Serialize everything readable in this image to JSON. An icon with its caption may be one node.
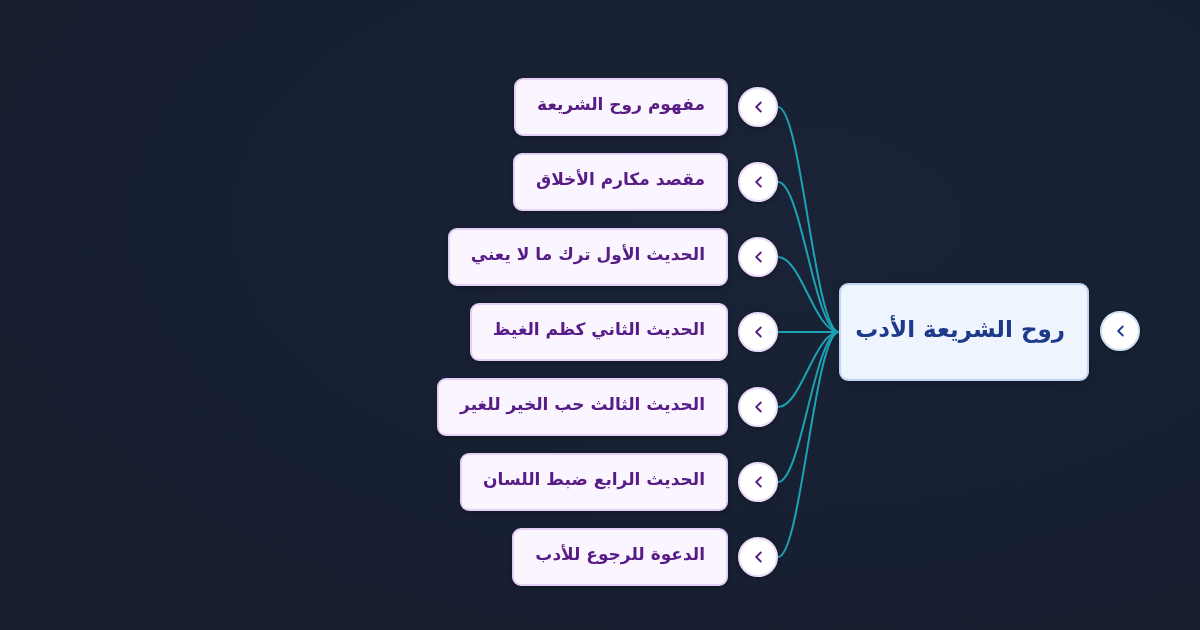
{
  "diagram": {
    "nodes": [
      {
        "text": [
          "روح الشريعة الأدب"
        ]
      },
      {
        "text": [],
        "shape": "circle"
      },
      {
        "text": [
          "مفهوم روح الشريعة"
        ]
      },
      {
        "text": [],
        "shape": "circle"
      },
      {
        "text": [
          "مقصد مكارم الأخلاق"
        ]
      },
      {
        "text": [],
        "shape": "circle"
      },
      {
        "text": [
          "الحديث الأول ترك ما لا يعني"
        ]
      },
      {
        "text": [],
        "shape": "circle"
      },
      {
        "text": [
          "الحديث الثاني كظم الغيظ"
        ]
      },
      {
        "text": [],
        "shape": "circle"
      },
      {
        "text": [
          "الحديث الثالث حب الخير للغير"
        ]
      },
      {
        "text": [],
        "shape": "circle"
      },
      {
        "text": [
          "الحديث الرابع ضبط اللسان"
        ]
      },
      {
        "text": [],
        "shape": "circle"
      },
      {
        "text": [
          "الدعوة للرجوع للأدب"
        ]
      },
      {
        "text": [],
        "shape": "circle"
      }
    ],
    "edges": [
      {
        "from": 0,
        "to": 3,
        "arrow": "none"
      },
      {
        "from": 0,
        "to": 5,
        "arrow": "none"
      },
      {
        "from": 0,
        "to": 7,
        "arrow": "none"
      },
      {
        "from": 0,
        "to": 9,
        "arrow": "none"
      },
      {
        "from": 0,
        "to": 11,
        "arrow": "none"
      },
      {
        "from": 0,
        "to": 13,
        "arrow": "none"
      },
      {
        "from": 0,
        "to": 15,
        "arrow": "none"
      }
    ]
  }
}
